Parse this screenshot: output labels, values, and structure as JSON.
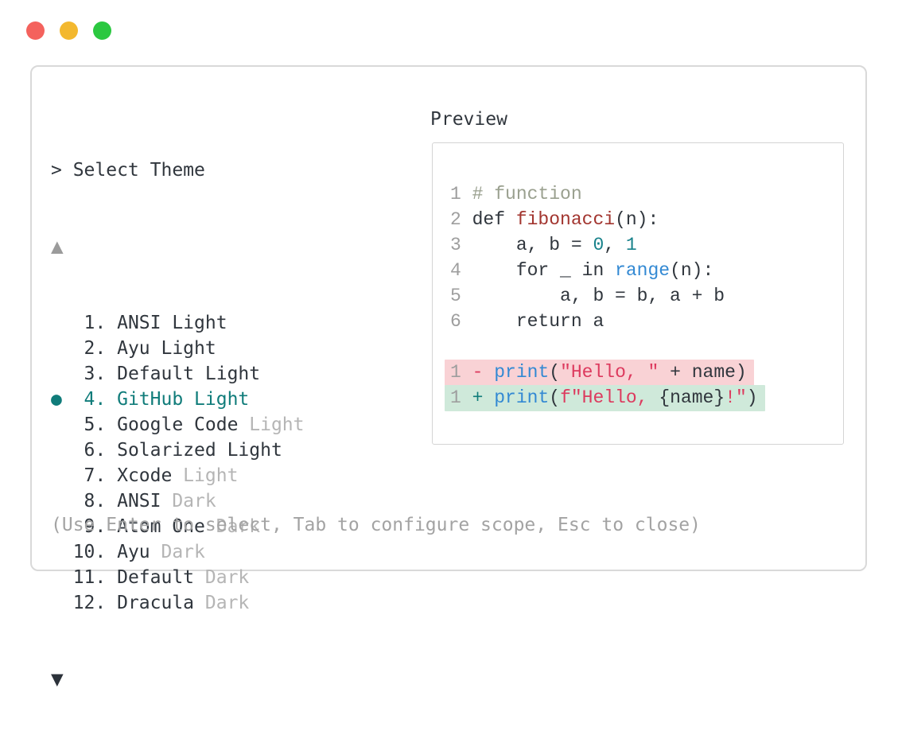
{
  "window": {
    "traffic_lights": [
      {
        "name": "close",
        "color": "#f4625d"
      },
      {
        "name": "minimize",
        "color": "#f3b82f"
      },
      {
        "name": "zoom",
        "color": "#2bc840"
      }
    ]
  },
  "dialog": {
    "title": "> Select Theme",
    "scroll_up_icon": "▲",
    "scroll_down_icon": "▼",
    "help_text": "(Use Enter to select, Tab to configure scope, Esc to close)",
    "theme_list": {
      "selected_number": "4",
      "selected_marker": "●",
      "items": [
        {
          "number": "1",
          "name": "ANSI Light",
          "suffix": "",
          "selected": false
        },
        {
          "number": "2",
          "name": "Ayu Light",
          "suffix": "",
          "selected": false
        },
        {
          "number": "3",
          "name": "Default Light",
          "suffix": "",
          "selected": false
        },
        {
          "number": "4",
          "name": "GitHub Light",
          "suffix": "",
          "selected": true
        },
        {
          "number": "5",
          "name": "Google Code",
          "suffix": "Light",
          "selected": false
        },
        {
          "number": "6",
          "name": "Solarized Light",
          "suffix": "",
          "selected": false
        },
        {
          "number": "7",
          "name": "Xcode",
          "suffix": "Light",
          "selected": false
        },
        {
          "number": "8",
          "name": "ANSI",
          "suffix": "Dark",
          "selected": false
        },
        {
          "number": "9",
          "name": "Atom One",
          "suffix": "Dark",
          "selected": false
        },
        {
          "number": "10",
          "name": "Ayu",
          "suffix": "Dark",
          "selected": false
        },
        {
          "number": "11",
          "name": "Default",
          "suffix": "Dark",
          "selected": false
        },
        {
          "number": "12",
          "name": "Dracula",
          "suffix": "Dark",
          "selected": false
        }
      ]
    },
    "preview": {
      "label": "Preview",
      "code_lines": [
        {
          "bg": "",
          "tokens": [
            {
              "t": "1",
              "c": "ln"
            },
            {
              "t": " ",
              "c": ""
            },
            {
              "t": "# function",
              "c": "comment"
            }
          ]
        },
        {
          "bg": "",
          "tokens": [
            {
              "t": "2",
              "c": "ln"
            },
            {
              "t": " def ",
              "c": ""
            },
            {
              "t": "fibonacci",
              "c": "func"
            },
            {
              "t": "(n):",
              "c": ""
            }
          ]
        },
        {
          "bg": "",
          "tokens": [
            {
              "t": "3",
              "c": "ln"
            },
            {
              "t": "     a, b = ",
              "c": ""
            },
            {
              "t": "0",
              "c": "num"
            },
            {
              "t": ", ",
              "c": ""
            },
            {
              "t": "1",
              "c": "num"
            }
          ]
        },
        {
          "bg": "",
          "tokens": [
            {
              "t": "4",
              "c": "ln"
            },
            {
              "t": "     for _ in ",
              "c": ""
            },
            {
              "t": "range",
              "c": "blue"
            },
            {
              "t": "(n):",
              "c": ""
            }
          ]
        },
        {
          "bg": "",
          "tokens": [
            {
              "t": "5",
              "c": "ln"
            },
            {
              "t": "         a, b = b, a + b",
              "c": ""
            }
          ]
        },
        {
          "bg": "",
          "tokens": [
            {
              "t": "6",
              "c": "ln"
            },
            {
              "t": "     return a",
              "c": ""
            }
          ]
        },
        {
          "bg": "",
          "tokens": []
        },
        {
          "bg": "del",
          "tokens": [
            {
              "t": "1",
              "c": "ln"
            },
            {
              "t": " ",
              "c": ""
            },
            {
              "t": "-",
              "c": "string"
            },
            {
              "t": " ",
              "c": ""
            },
            {
              "t": "print",
              "c": "blue"
            },
            {
              "t": "(",
              "c": ""
            },
            {
              "t": "\"Hello, \"",
              "c": "string"
            },
            {
              "t": " + name)",
              "c": ""
            }
          ]
        },
        {
          "bg": "add",
          "tokens": [
            {
              "t": "1",
              "c": "ln"
            },
            {
              "t": " ",
              "c": ""
            },
            {
              "t": "+",
              "c": "teal"
            },
            {
              "t": " ",
              "c": ""
            },
            {
              "t": "print",
              "c": "blue"
            },
            {
              "t": "(",
              "c": ""
            },
            {
              "t": "f\"Hello, ",
              "c": "string"
            },
            {
              "t": "{name}",
              "c": ""
            },
            {
              "t": "!\"",
              "c": "string"
            },
            {
              "t": ")",
              "c": ""
            }
          ]
        }
      ]
    },
    "colors": {
      "dark": "#30363d",
      "dim": "#b5b5b5",
      "linenum": "#9e9e9e",
      "teal": "#107c7a",
      "comment": "#9aa08f",
      "func": "#a2352f",
      "numlit": "#17818a",
      "blue": "#3389d3",
      "strtok": "#dd3a5e",
      "delbg": "#f9d2d5",
      "addbg": "#cfe9da",
      "border": "#d9d9d9",
      "pborder": "#d4d4d4",
      "helpgray": "#a3a3a3",
      "arrowgray": "#9b9b9b"
    }
  }
}
